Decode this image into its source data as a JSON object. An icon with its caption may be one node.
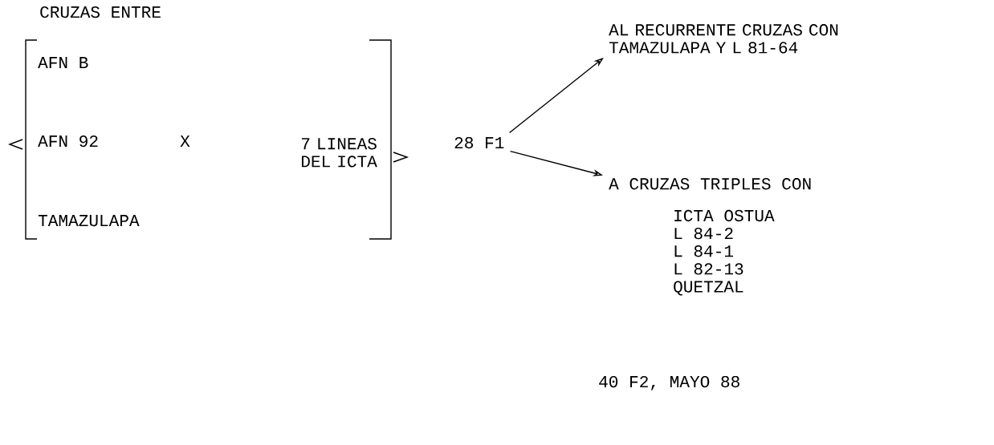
{
  "diagram": {
    "nodes": [
      {
        "text": [
          "CRUZAS ENTRE",
          "AFN B",
          "AFN 92",
          "X",
          "7 LINEAS DEL ICTA",
          "TAMAZULAPA"
        ]
      },
      {
        "text": [
          "28 F1"
        ]
      },
      {
        "text": [
          "AL RECURRENTE CRUZAS CON TAMAZULAPA Y L 81-64"
        ]
      },
      {
        "text": [
          "A CRUZAS TRIPLES CON",
          "ICTA OSTUA",
          "L 84-2",
          "L 84-1",
          "L 82-13",
          "QUETZAL"
        ]
      }
    ],
    "edges": [
      {
        "from": 1,
        "to": 2,
        "arrow": "to"
      },
      {
        "from": 1,
        "to": 3,
        "arrow": "to"
      }
    ],
    "labels": [
      "40 F2, MAYO 88"
    ]
  }
}
